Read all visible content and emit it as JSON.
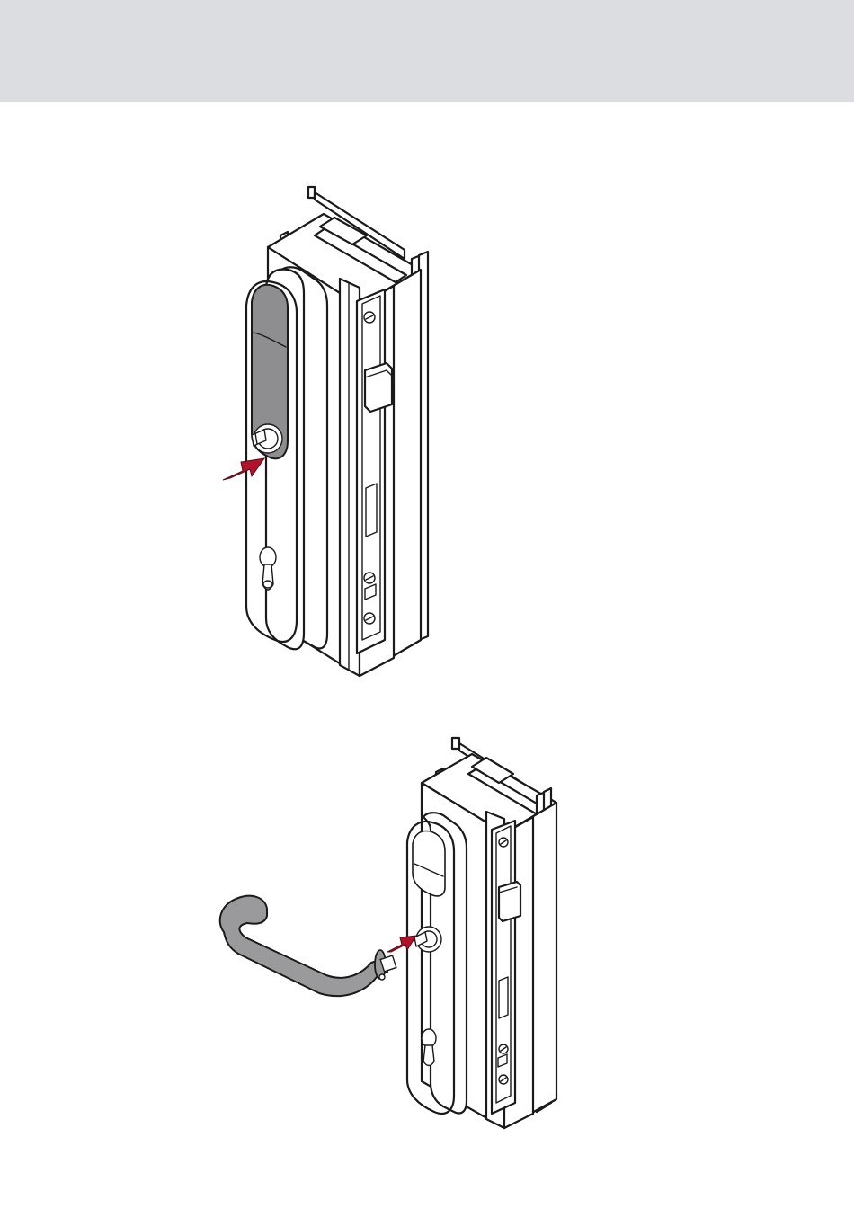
{
  "colors": {
    "header_band": "#dcdde0",
    "line": "#1a1a1a",
    "fill_surface": "#ffffff",
    "handle_grey": "#9a9a9c",
    "cover_grey": "#8e8e90",
    "arrow_red": "#b3122b"
  },
  "figures": [
    {
      "id": "step-1",
      "action": "press-spring-latch",
      "icons": [
        "profile-frame",
        "lock-faceplate",
        "escutcheon-plate",
        "press-arrow-icon"
      ]
    },
    {
      "id": "step-2",
      "action": "insert-lever-handle",
      "icons": [
        "profile-frame",
        "lock-faceplate",
        "escutcheon-plate",
        "lever-handle",
        "insert-arrow-icon"
      ]
    }
  ]
}
